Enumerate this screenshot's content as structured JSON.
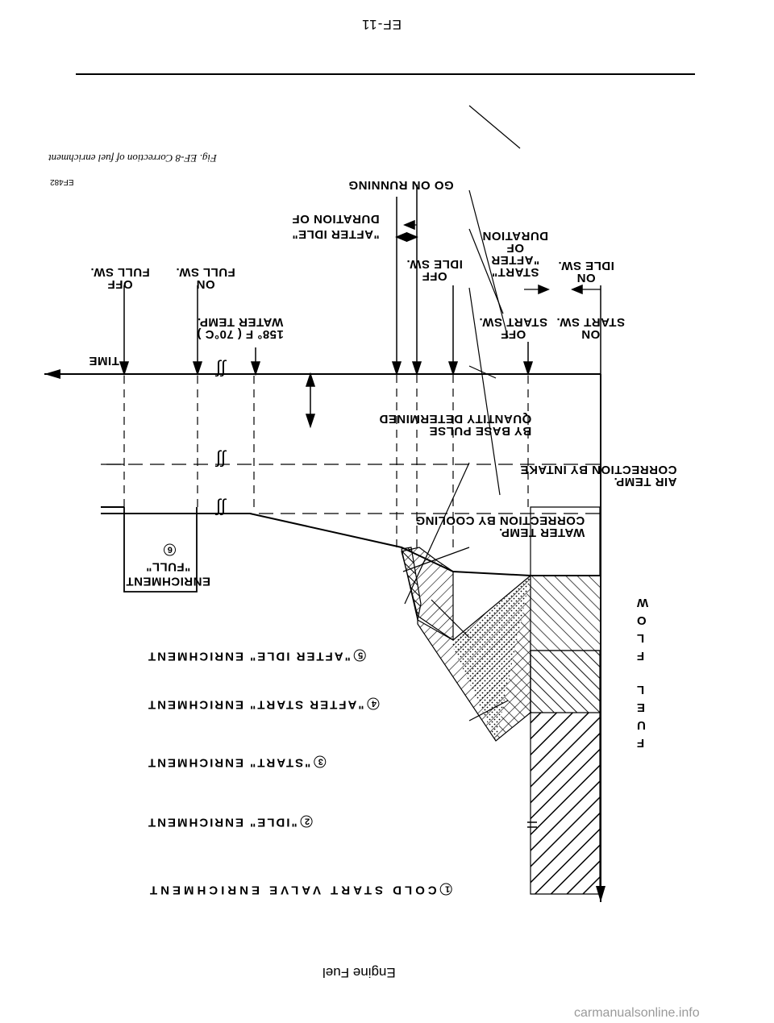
{
  "header": {
    "page_code": "EF-11"
  },
  "footer": {
    "section_title": "Engine Fuel"
  },
  "axes": {
    "time_label": "TIME",
    "flow_label_letters": [
      "F",
      "U",
      "E",
      "L",
      "F",
      "L",
      "O",
      "W"
    ]
  },
  "events": {
    "start_sw_on": [
      "START SW.",
      "ON"
    ],
    "start_sw_off": [
      "START SW.",
      "OFF"
    ],
    "idle_sw_on": [
      "IDLE SW.",
      "ON"
    ],
    "duration_after_start": [
      "DURATION",
      "OF",
      "\"AFTER",
      "START\""
    ],
    "idle_sw_off": [
      "IDLE SW.",
      "OFF"
    ],
    "duration_after_idle": [
      "DURATION OF",
      "\"AFTER IDLE\""
    ],
    "go_on_running": "GO ON RUNNING",
    "water_temp": [
      "WATER TEMP.",
      "158° F ( 70°C )"
    ],
    "full_sw_on": [
      "FULL SW.",
      "ON"
    ],
    "full_sw_off": [
      "FULL SW.",
      "OFF"
    ]
  },
  "bands": {
    "base_pulse": [
      "QUANTITY DETERMINED",
      "BY BASE PULSE"
    ],
    "intake_air": [
      "CORRECTION BY INTAKE",
      "AIR TEMP."
    ],
    "water_cooling": [
      "CORRECTION BY COOLING",
      "WATER TEMP."
    ]
  },
  "full_enrichment": {
    "number": "6",
    "lines": [
      "\"FULL\"",
      "ENRICHMENT"
    ]
  },
  "annotations": [
    {
      "number": "1",
      "text": "COLD  START  VALVE  ENRICHMENT"
    },
    {
      "number": "2",
      "text": "\"IDLE\" ENRICHMENT"
    },
    {
      "number": "3",
      "text": "\"START\" ENRICHMENT"
    },
    {
      "number": "4",
      "text": "\"AFTER START\" ENRICHMENT"
    },
    {
      "number": "5",
      "text": "\"AFTER IDLE\" ENRICHMENT"
    }
  ],
  "figure": {
    "code": "EF482",
    "caption": "Fig. EF-8  Correction of fuel enrichment"
  },
  "watermark": "carmanualsonline.info"
}
